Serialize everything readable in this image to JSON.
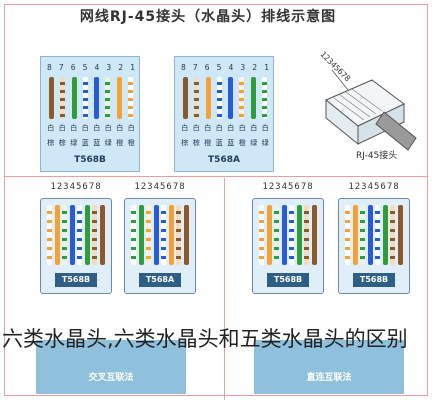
{
  "diagram": {
    "title": "网线RJ-45接头（水晶头）排线示意图",
    "t568b": {
      "pins": [
        "8",
        "7",
        "6",
        "5",
        "4",
        "3",
        "2",
        "1"
      ],
      "colors": [
        "#8a5a2b",
        "#f0dcc0",
        "#2f9e3a",
        "#ffffff",
        "#2a5bd7",
        "#e8f5e8",
        "#f4a236",
        "#ffffff"
      ],
      "stripe": [
        "#8a5a2b",
        "#8a5a2b",
        "#2f9e3a",
        "#2a5bd7",
        "#2a5bd7",
        "#2f9e3a",
        "#f4a236",
        "#f4a236"
      ],
      "word_rows": [
        [
          "白",
          "白",
          "白",
          "白",
          "白",
          "白",
          "白",
          "白"
        ],
        [
          "棕",
          "棕",
          "绿",
          "蓝",
          "蓝",
          "绿",
          "橙",
          "橙"
        ]
      ],
      "label": "T568B"
    },
    "t568a": {
      "pins": [
        "8",
        "7",
        "6",
        "5",
        "4",
        "3",
        "2",
        "1"
      ],
      "colors": [
        "#8a5a2b",
        "#f0dcc0",
        "#f4a236",
        "#ffffff",
        "#2a5bd7",
        "#fff2e0",
        "#2f9e3a",
        "#ffffff"
      ],
      "stripe": [
        "#8a5a2b",
        "#8a5a2b",
        "#f4a236",
        "#2a5bd7",
        "#2a5bd7",
        "#f4a236",
        "#2f9e3a",
        "#2f9e3a"
      ],
      "word_rows": [
        [
          "白",
          "白",
          "白",
          "白",
          "白",
          "白",
          "白",
          "白"
        ],
        [
          "棕",
          "棕",
          "橙",
          "蓝",
          "蓝",
          "橙",
          "绿",
          "绿"
        ]
      ],
      "label": "T568A"
    },
    "plug": {
      "pin_numbers": "12345678",
      "label": "RJ-45接头"
    },
    "connectors": {
      "pin_numbers": "12345678",
      "left_pair": {
        "left_tab": "T568B",
        "right_tab": "T568A",
        "cable_label": "交叉互联法"
      },
      "right_pair": {
        "left_tab": "T568B",
        "right_tab": "T568B",
        "cable_label": "直连互联法"
      }
    }
  },
  "caption": "六类水晶头,六类水晶头和五类水晶头的区别",
  "colors": {
    "frame": "#e6a0a0",
    "card_bg": "#cfe8f8",
    "cable": "#8fc0dc",
    "tab": "#2f5f86"
  }
}
